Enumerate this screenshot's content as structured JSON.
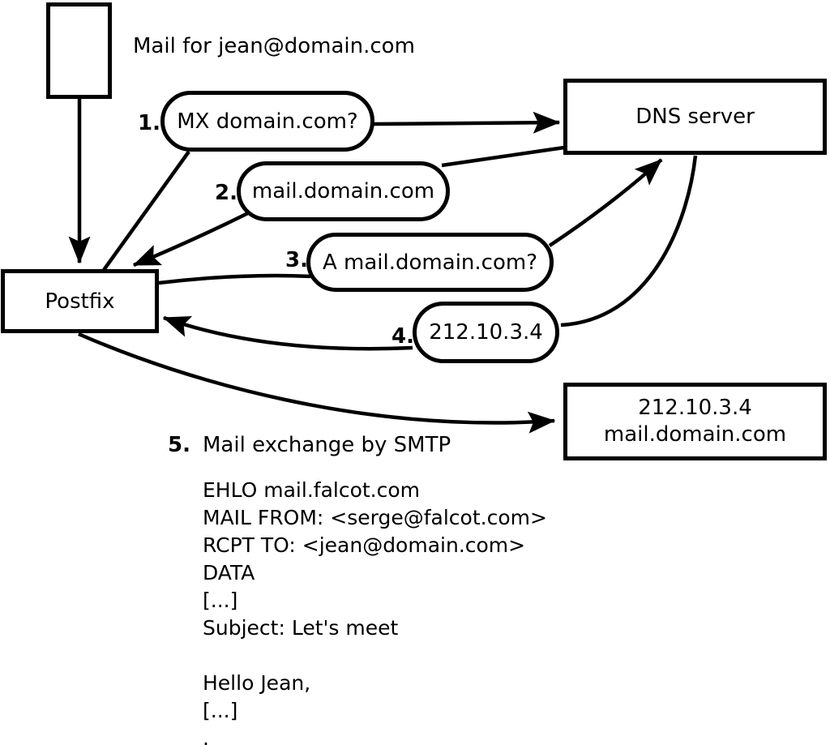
{
  "colors": {
    "ink": "#000000",
    "background": "#ffffff"
  },
  "labels": {
    "mail_for": "Mail for jean@domain.com",
    "step5_num": "5.",
    "step5_text": "Mail exchange by SMTP"
  },
  "nodes": {
    "postfix": "Postfix",
    "dns": "DNS server",
    "mailserver_line1": "212.10.3.4",
    "mailserver_line2": "mail.domain.com"
  },
  "steps": [
    {
      "num": "1.",
      "text": "MX domain.com?"
    },
    {
      "num": "2.",
      "text": "mail.domain.com"
    },
    {
      "num": "3.",
      "text": "A mail.domain.com?"
    },
    {
      "num": "4.",
      "text": "212.10.3.4"
    }
  ],
  "smtp": {
    "lines": [
      "EHLO mail.falcot.com",
      "MAIL FROM: <serge@falcot.com>",
      "RCPT TO: <jean@domain.com>",
      "DATA",
      "[...]",
      "Subject: Let's meet",
      "",
      "Hello Jean,",
      "[...]",
      "."
    ]
  }
}
